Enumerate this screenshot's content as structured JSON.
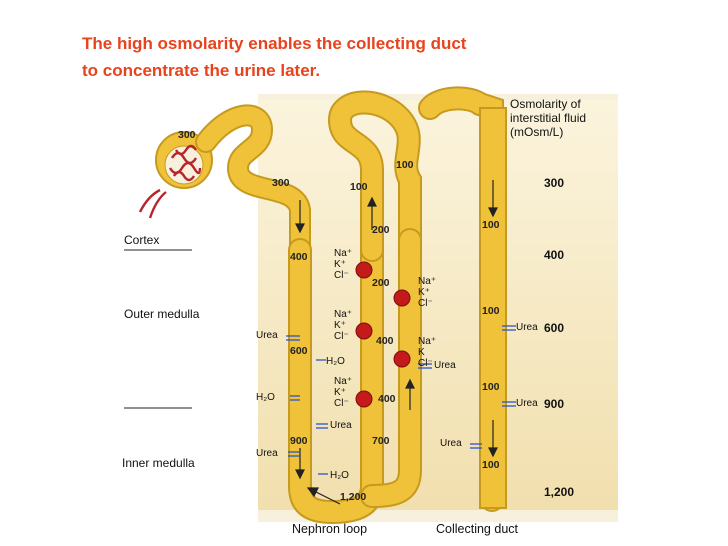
{
  "caption": {
    "line1": "The high osmolarity enables the collecting duct",
    "line2": "to concentrate the urine later."
  },
  "legend": {
    "line1": "Osmolarity of",
    "line2": "interstitial fluid",
    "line3": "(mOsm/L)"
  },
  "zones": {
    "cortex": "Cortex",
    "outer": "Outer medulla",
    "inner": "Inner medulla"
  },
  "scale": [
    "300",
    "400",
    "600",
    "900",
    "1,200"
  ],
  "loop_values": {
    "glomerulus": "300",
    "prox": "300",
    "desc1": "400",
    "desc2": "600",
    "desc3": "900",
    "bottom": "1,200",
    "asc_top1": "100",
    "asc_top2": "100",
    "asc1": "200",
    "asc2": "200",
    "asc3": "400",
    "asc4": "400",
    "asc5": "700"
  },
  "duct_values": [
    "100",
    "100",
    "100",
    "100"
  ],
  "ions": {
    "na": "Na⁺",
    "k": "K⁺",
    "cl": "Cl⁻",
    "k_plain": "K",
    "h2o": "H₂O",
    "urea": "Urea"
  },
  "labels": {
    "loop": "Nephron loop",
    "duct": "Collecting duct"
  },
  "colors": {
    "tube": "#f0c23a",
    "tube_edge": "#c69a1e",
    "tissue": "#f7f0dc",
    "pump": "#c41a1a",
    "blue": "#2a56c6",
    "caption": "#e8431c"
  }
}
